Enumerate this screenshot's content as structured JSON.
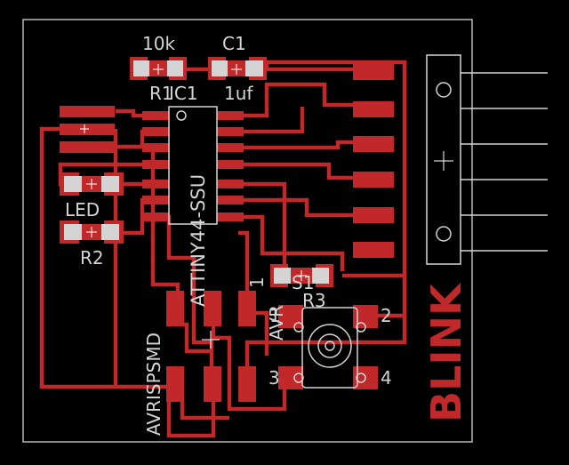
{
  "colors": {
    "background": "#000000",
    "trace": "#c0282a",
    "silkscreen": "#d4d4d4",
    "outline": "#b8b8b8",
    "pad_hole": "#000000"
  },
  "labels": {
    "r1_value": "10k",
    "r1_name": "R1",
    "ic_name": "IC1",
    "c1_name": "C1",
    "c1_value": "1uf",
    "led_name": "LED",
    "r2_name": "R2",
    "ic_part": "ATTINY44-SSU",
    "isp_name": "AVRISPSMD",
    "isp_pin1": "1",
    "avr_label": "AVR",
    "s1_name": "S1",
    "r3_name": "R3",
    "sw_pin1": "1",
    "sw_pin2": "2",
    "sw_pin3": "3",
    "sw_pin4": "4",
    "board_title": "BLINK"
  },
  "icons": {
    "plus_marker": "plus-icon",
    "mount_hole": "circle-hole-icon"
  }
}
